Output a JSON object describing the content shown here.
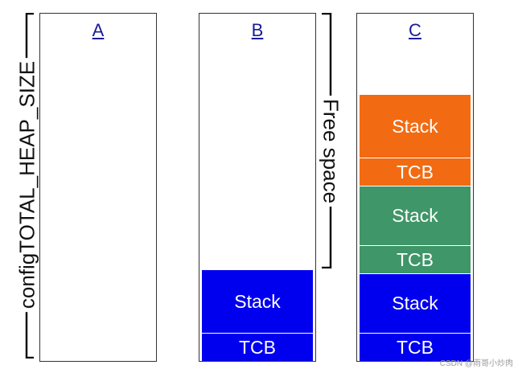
{
  "heap_label": "configTOTAL_HEAP_SIZE",
  "free_space_label": "Free space",
  "columns": {
    "a": {
      "title": "A"
    },
    "b": {
      "title": "B",
      "blocks": {
        "stack": "Stack",
        "tcb": "TCB"
      }
    },
    "c": {
      "title": "C",
      "blocks": {
        "stack1": "Stack",
        "tcb1": "TCB",
        "stack2": "Stack",
        "tcb2": "TCB",
        "stack3": "Stack",
        "tcb3": "TCB"
      }
    }
  },
  "colors": {
    "blue": "#0000ee",
    "orange": "#f26b12",
    "green": "#3f9668"
  },
  "watermark": "CSDN @雨哥小炒肉"
}
